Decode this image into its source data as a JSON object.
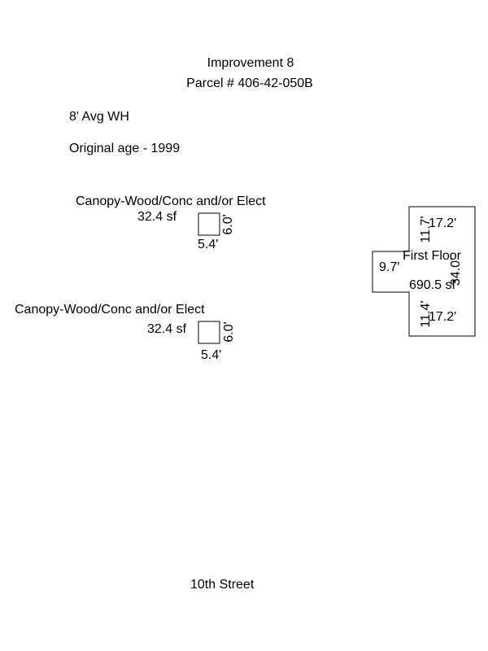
{
  "header": {
    "title": "Improvement 8",
    "parcel": "Parcel # 406-42-050B"
  },
  "notes": {
    "wall_height": "8' Avg WH",
    "original_age": "Original age - 1999"
  },
  "canopy_top": {
    "label": "Canopy-Wood/Conc and/or Elect",
    "area": "32.4 sf",
    "width": "5.4'",
    "depth": "6.0'"
  },
  "canopy_bottom": {
    "label": "Canopy-Wood/Conc and/or Elect",
    "area": "32.4 sf",
    "width": "5.4'",
    "depth": "6.0'"
  },
  "first_floor": {
    "label": "First Floor",
    "area": "690.5 sf",
    "top_width": "17.2'",
    "bottom_width": "17.2'",
    "top_side": "11.7'",
    "bottom_side": "11.4'",
    "bump_depth": "9.7'",
    "right_side": "34.0'"
  },
  "street": {
    "label": "10th Street"
  },
  "style": {
    "line_color": "#000000",
    "background": "#ffffff"
  }
}
